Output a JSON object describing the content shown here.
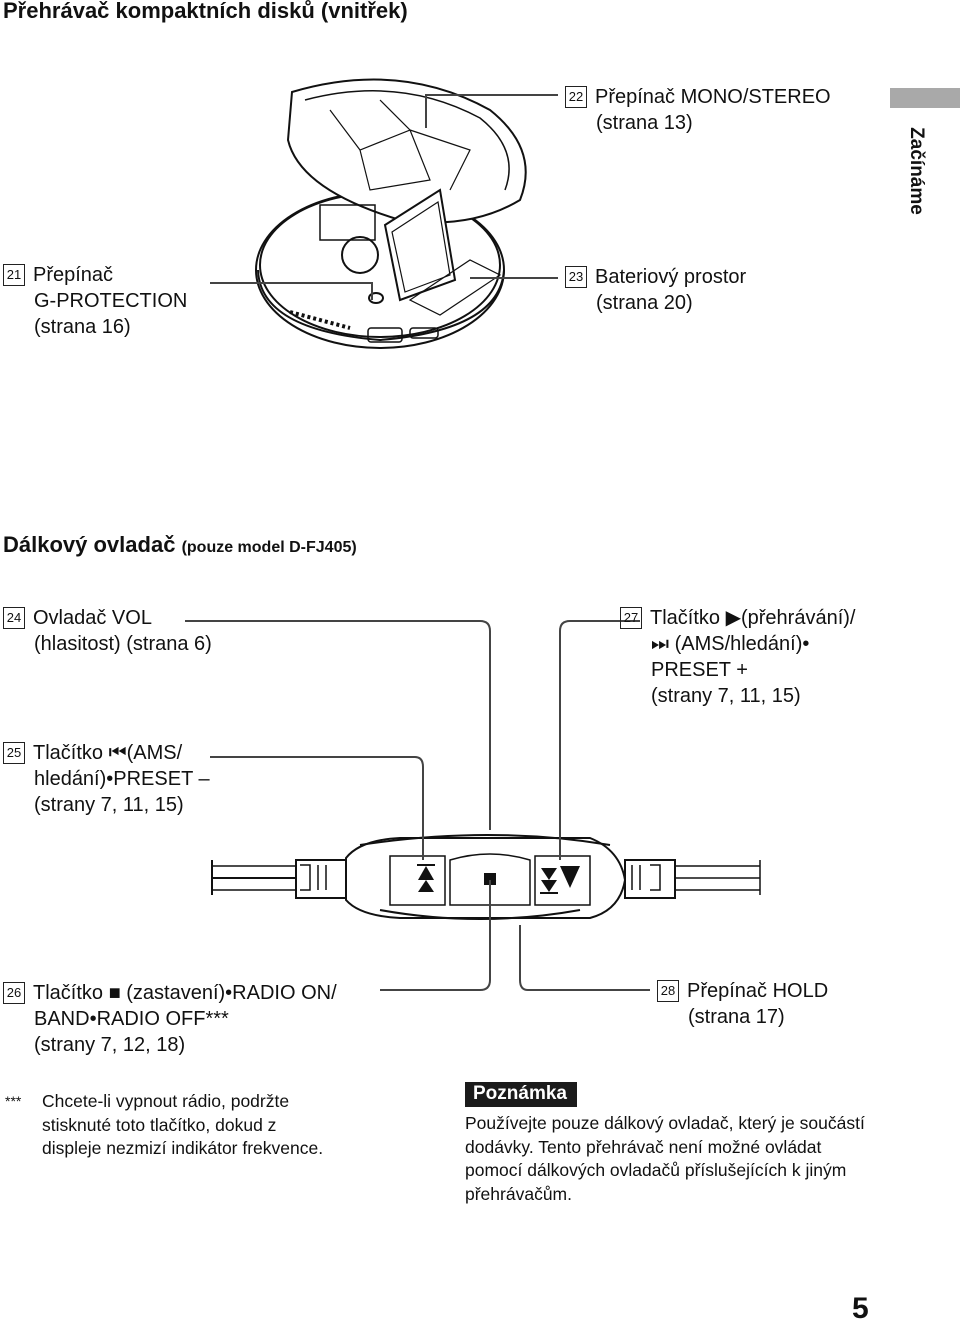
{
  "page_title": "Přehrávač kompaktních disků (vnitřek)",
  "side_tab": "Začínáme",
  "items": {
    "n21": {
      "num": "21",
      "line1": "Přepínač",
      "line2": "G-PROTECTION",
      "line3": "(strana 16)"
    },
    "n22": {
      "num": "22",
      "line1": "Přepínač MONO/STEREO",
      "line2": "(strana 13)"
    },
    "n23": {
      "num": "23",
      "line1": "Bateriový prostor",
      "line2": "(strana 20)"
    },
    "n24": {
      "num": "24",
      "line1": "Ovladač VOL",
      "line2": "(hlasitost) (strana 6)"
    },
    "n25": {
      "num": "25",
      "line1_pre": "Tlačítko",
      "line1_symbol": "⏮",
      "line1_post": "(AMS/",
      "line2": "hledání)•PRESET –",
      "line3": "(strany 7, 11, 15)"
    },
    "n26": {
      "num": "26",
      "line1_pre": "Tlačítko",
      "line1_symbol": "■",
      "line1_post": "(zastavení)•RADIO ON/",
      "line2": "BAND•RADIO OFF***",
      "line3": "(strany 7, 12, 18)"
    },
    "n27": {
      "num": "27",
      "line1_pre": "Tlačítko",
      "line1_symbol": "▶",
      "line1_post": "(přehrávání)/",
      "line2_symbol": "⏭",
      "line2_post": "(AMS/hledání)•",
      "line3": "PRESET +",
      "line4": "(strany 7, 11, 15)"
    },
    "n28": {
      "num": "28",
      "line1": "Přepínač HOLD",
      "line2": "(strana 17)"
    }
  },
  "remote_section": {
    "title": "Dálkový ovladač",
    "title_small": "(pouze model D-FJ405)"
  },
  "footnote": {
    "marker": "***",
    "text": "Chcete-li vypnout rádio, podržte stisknuté toto tlačítko, dokud z displeje nezmizí indikátor frekvence."
  },
  "note": {
    "header": "Poznámka",
    "text": "Používejte pouze dálkový ovladač, který je součástí dodávky. Tento přehrávač není možné ovládat pomocí dálkových ovladačů příslušejících k jiným přehrávačům."
  },
  "page_number": "5"
}
